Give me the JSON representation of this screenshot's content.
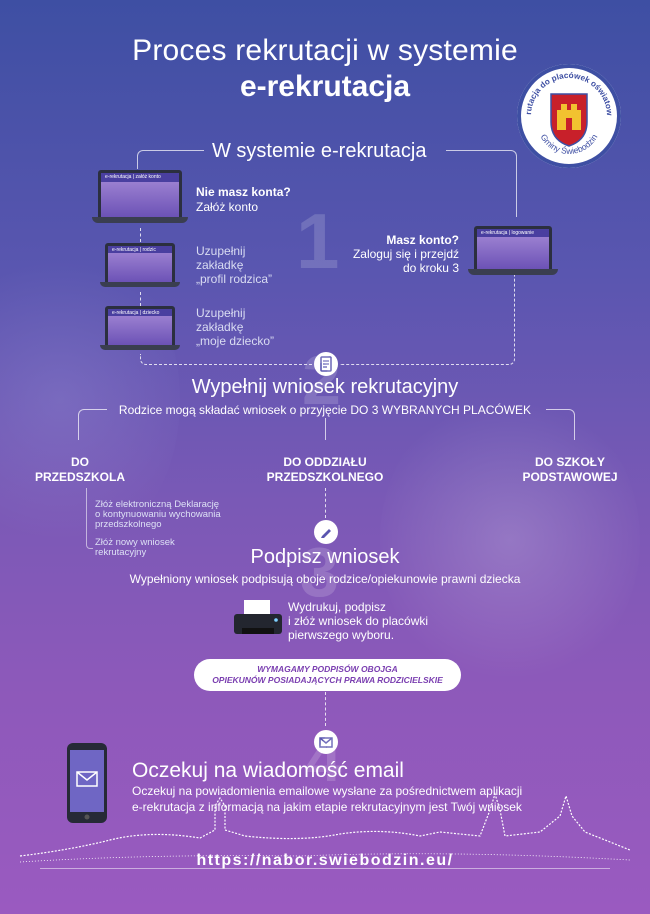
{
  "header": {
    "title_line1": "Proces rekrutacji w systemie",
    "title_line2": "e-rekrutacja"
  },
  "stamp": {
    "top_text": "Rekrutacja do placówek oświatowych",
    "bottom_text": "Gminy Świebodzin"
  },
  "step1": {
    "number": "1",
    "heading": "W systemie e-rekrutacja",
    "no_account_title": "Nie masz konta?",
    "no_account_text": "Załóż konto",
    "fill_parent_line1": "Uzupełnij",
    "fill_parent_line2": "zakładkę",
    "fill_parent_line3": "„profil rodzica”",
    "fill_child_line1": "Uzupełnij",
    "fill_child_line2": "zakładkę",
    "fill_child_line3": "„moje dziecko”",
    "has_account_title": "Masz konto?",
    "has_account_line1": "Zaloguj się i przejdź",
    "has_account_line2": "do kroku 3",
    "screen_register": "e-rekrutacja | załóż konto",
    "screen_login": "e-rekrutacja | logowanie",
    "screen_parent": "e-rekrutacja | rodzic",
    "screen_child": "e-rekrutacja | dziecko"
  },
  "step2": {
    "number": "2",
    "heading": "Wypełnij wniosek rekrutacyjny",
    "subtitle": "Rodzice mogą składać wniosek o przyjęcie DO 3 WYBRANYCH PLACÓWEK",
    "col1_line1": "DO",
    "col1_line2": "PRZEDSZKOLA",
    "col2_line1": "DO ODDZIAŁU",
    "col2_line2": "PRZEDSZKOLNEGO",
    "col3_line1": "DO SZKOŁY",
    "col3_line2": "PODSTAWOWEJ",
    "note1_line1": "Złóż elektroniczną Deklarację",
    "note1_line2": "o kontynuowaniu wychowania",
    "note1_line3": "przedszkolnego",
    "note2_line1": "Złóż nowy wniosek",
    "note2_line2": "rekrutacyjny"
  },
  "step3": {
    "number": "3",
    "heading": "Podpisz wniosek",
    "subtitle": "Wypełniony wniosek podpisują oboje rodzice/opiekunowie prawni dziecka",
    "print_line1": "Wydrukuj, podpisz",
    "print_line2": "i złóż wniosek do placówki",
    "print_line3": "pierwszego wyboru.",
    "notice_line1": "WYMAGAMY PODPISÓW OBOJGA",
    "notice_line2": "OPIEKUNÓW POSIADAJĄCYCH PRAWA RODZICIELSKIE"
  },
  "step4": {
    "number": "4",
    "heading": "Oczekuj na wiadomość email",
    "text_line1": "Oczekuj na powiadomienia emailowe wysłane za pośrednictwem aplikacji",
    "text_line2": "e-rekrutacja z informacją na jakim etapie rekrutacyjnym jest Twój wniosek"
  },
  "footer": {
    "url": "https://nabor.swiebodzin.eu/"
  },
  "icons": [
    "document-icon",
    "pen-icon",
    "printer-icon",
    "email-icon",
    "phone-icon",
    "laptop-icon",
    "coat-of-arms-icon"
  ],
  "colors": {
    "background_top": "#3e4fa3",
    "background_bottom": "#9a5ac0",
    "accent_purple": "#7a3eb0"
  }
}
